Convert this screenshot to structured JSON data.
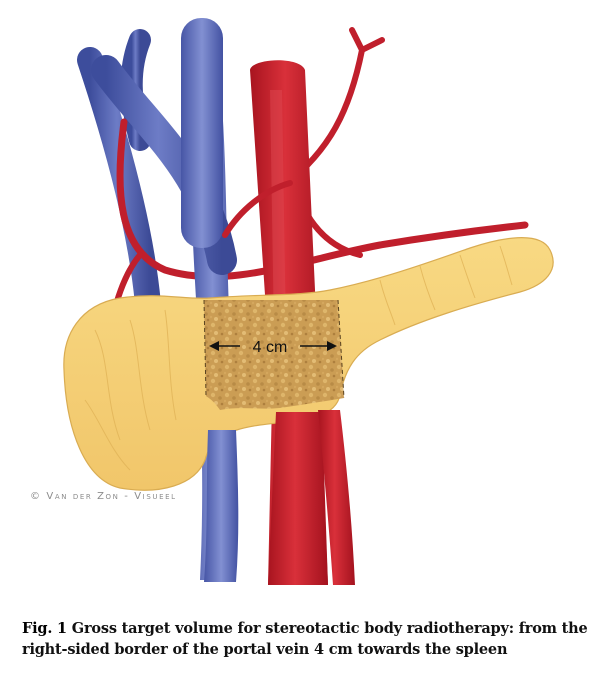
{
  "figure": {
    "measurement_label": "4 cm",
    "credit": "© Van der Zon - Visueel"
  },
  "caption": {
    "label": "Fig. 1",
    "text": " Gross target volume for stereotactic body radiotherapy: from the right-sided border of the portal vein 4 cm towards the spleen"
  },
  "colors": {
    "vein": "#4f5fae",
    "artery": "#c8202f",
    "pancreas": "#f6d079",
    "target_volume": "#c89a55"
  }
}
